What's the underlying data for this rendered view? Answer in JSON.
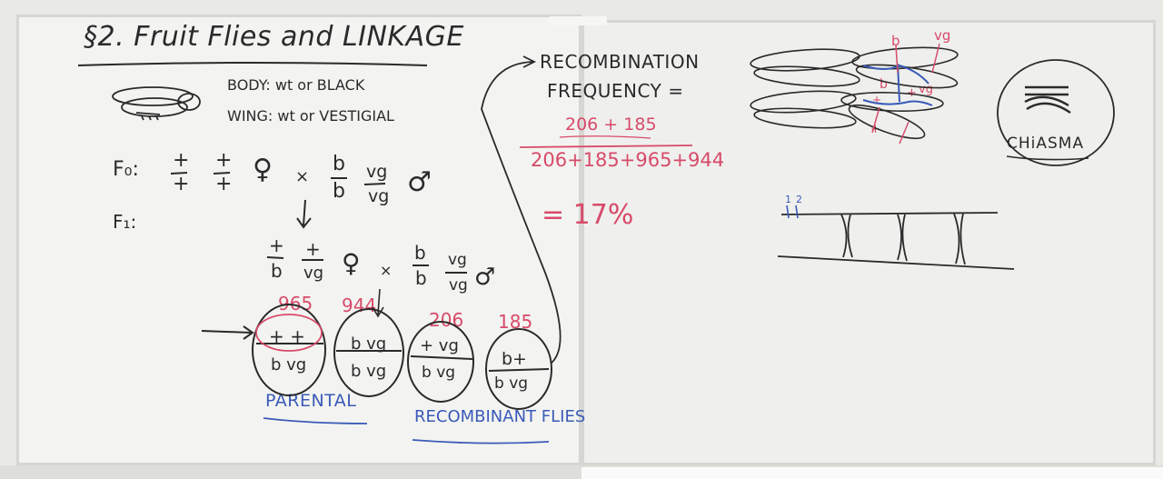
{
  "title": "§2. Fruit Flies and LINKAGE",
  "traits": {
    "body": "BODY:  wt  or BLACK",
    "wing": "WING:  wt  or VESTIGIAL"
  },
  "generations": {
    "f0": "F₀:",
    "f1": "F₁:",
    "cross_symbol": "×",
    "female_symbol": "♀",
    "male_symbol": "♂",
    "plus": "+",
    "b": "b",
    "vg": "vg"
  },
  "recombination": {
    "label_line1": "RECOMBINATION",
    "label_line2": "FREQUENCY =",
    "numerator": "206 + 185",
    "denominator": "206+185+965+944",
    "result": "= 17%"
  },
  "offspring": [
    {
      "count": "965",
      "top": "+   +",
      "bottom": "b  vg"
    },
    {
      "count": "944",
      "top": "b  vg",
      "bottom": "b  vg"
    },
    {
      "count": "206",
      "top": "+   vg",
      "bottom": "b  vg"
    },
    {
      "count": "185",
      "top": "b+",
      "bottom": "b vg"
    }
  ],
  "labels": {
    "parental": "PARENTAL",
    "recombinant": "RECOMBINANT FLIES",
    "chiasma": "CHiASMA"
  },
  "diagram_labels": {
    "b": "b",
    "vg": "vg",
    "plus": "+",
    "num1": "1",
    "num2": "2"
  },
  "colors": {
    "ink_black": "#2a2a2a",
    "ink_red": "#d84a6a",
    "ink_blue": "#3a5ab8",
    "board": "#f3f4f1"
  }
}
